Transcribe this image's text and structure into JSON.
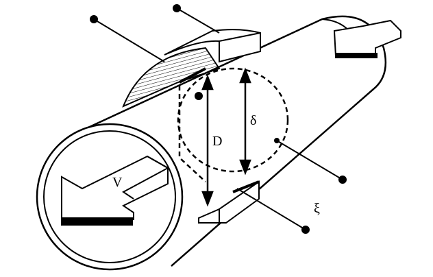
{
  "diagram": {
    "labels": {
      "velocity": "V",
      "pipe_diameter": "D",
      "sensor_diameter": "δ",
      "gap": "ξ"
    },
    "colors": {
      "stroke": "#000000",
      "background": "#ffffff"
    }
  }
}
